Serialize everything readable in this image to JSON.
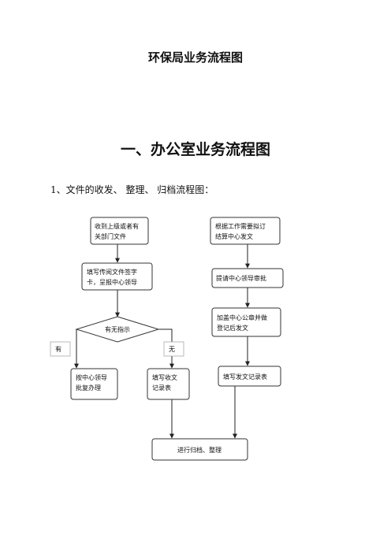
{
  "document": {
    "title": "环保局业务流程图",
    "section_title": "一、办公室业务流程图",
    "subsection_title": "1、文件的收发、 整理、 归档流程图："
  },
  "flowchart": {
    "nodes": {
      "receive": [
        "收到上级或者有",
        "关部门文件"
      ],
      "fill_reading": [
        "填写传阅文件签字",
        "卡，呈报中心领导"
      ],
      "decision": [
        "有无指示"
      ],
      "handle": [
        "按中心领导",
        "批复办理"
      ],
      "fill_receipt": [
        "填写收文",
        "记录表"
      ],
      "draft": [
        "根据工作需要拟订",
        "结算中心发文"
      ],
      "submit": [
        "提请中心领导审批"
      ],
      "stamp": [
        "加盖中心公章并做",
        "登记后发文"
      ],
      "fill_send": [
        "填写发文记录表"
      ],
      "archive": [
        "进行归档、整理"
      ]
    },
    "branch_yes": "有",
    "branch_no": "无"
  }
}
